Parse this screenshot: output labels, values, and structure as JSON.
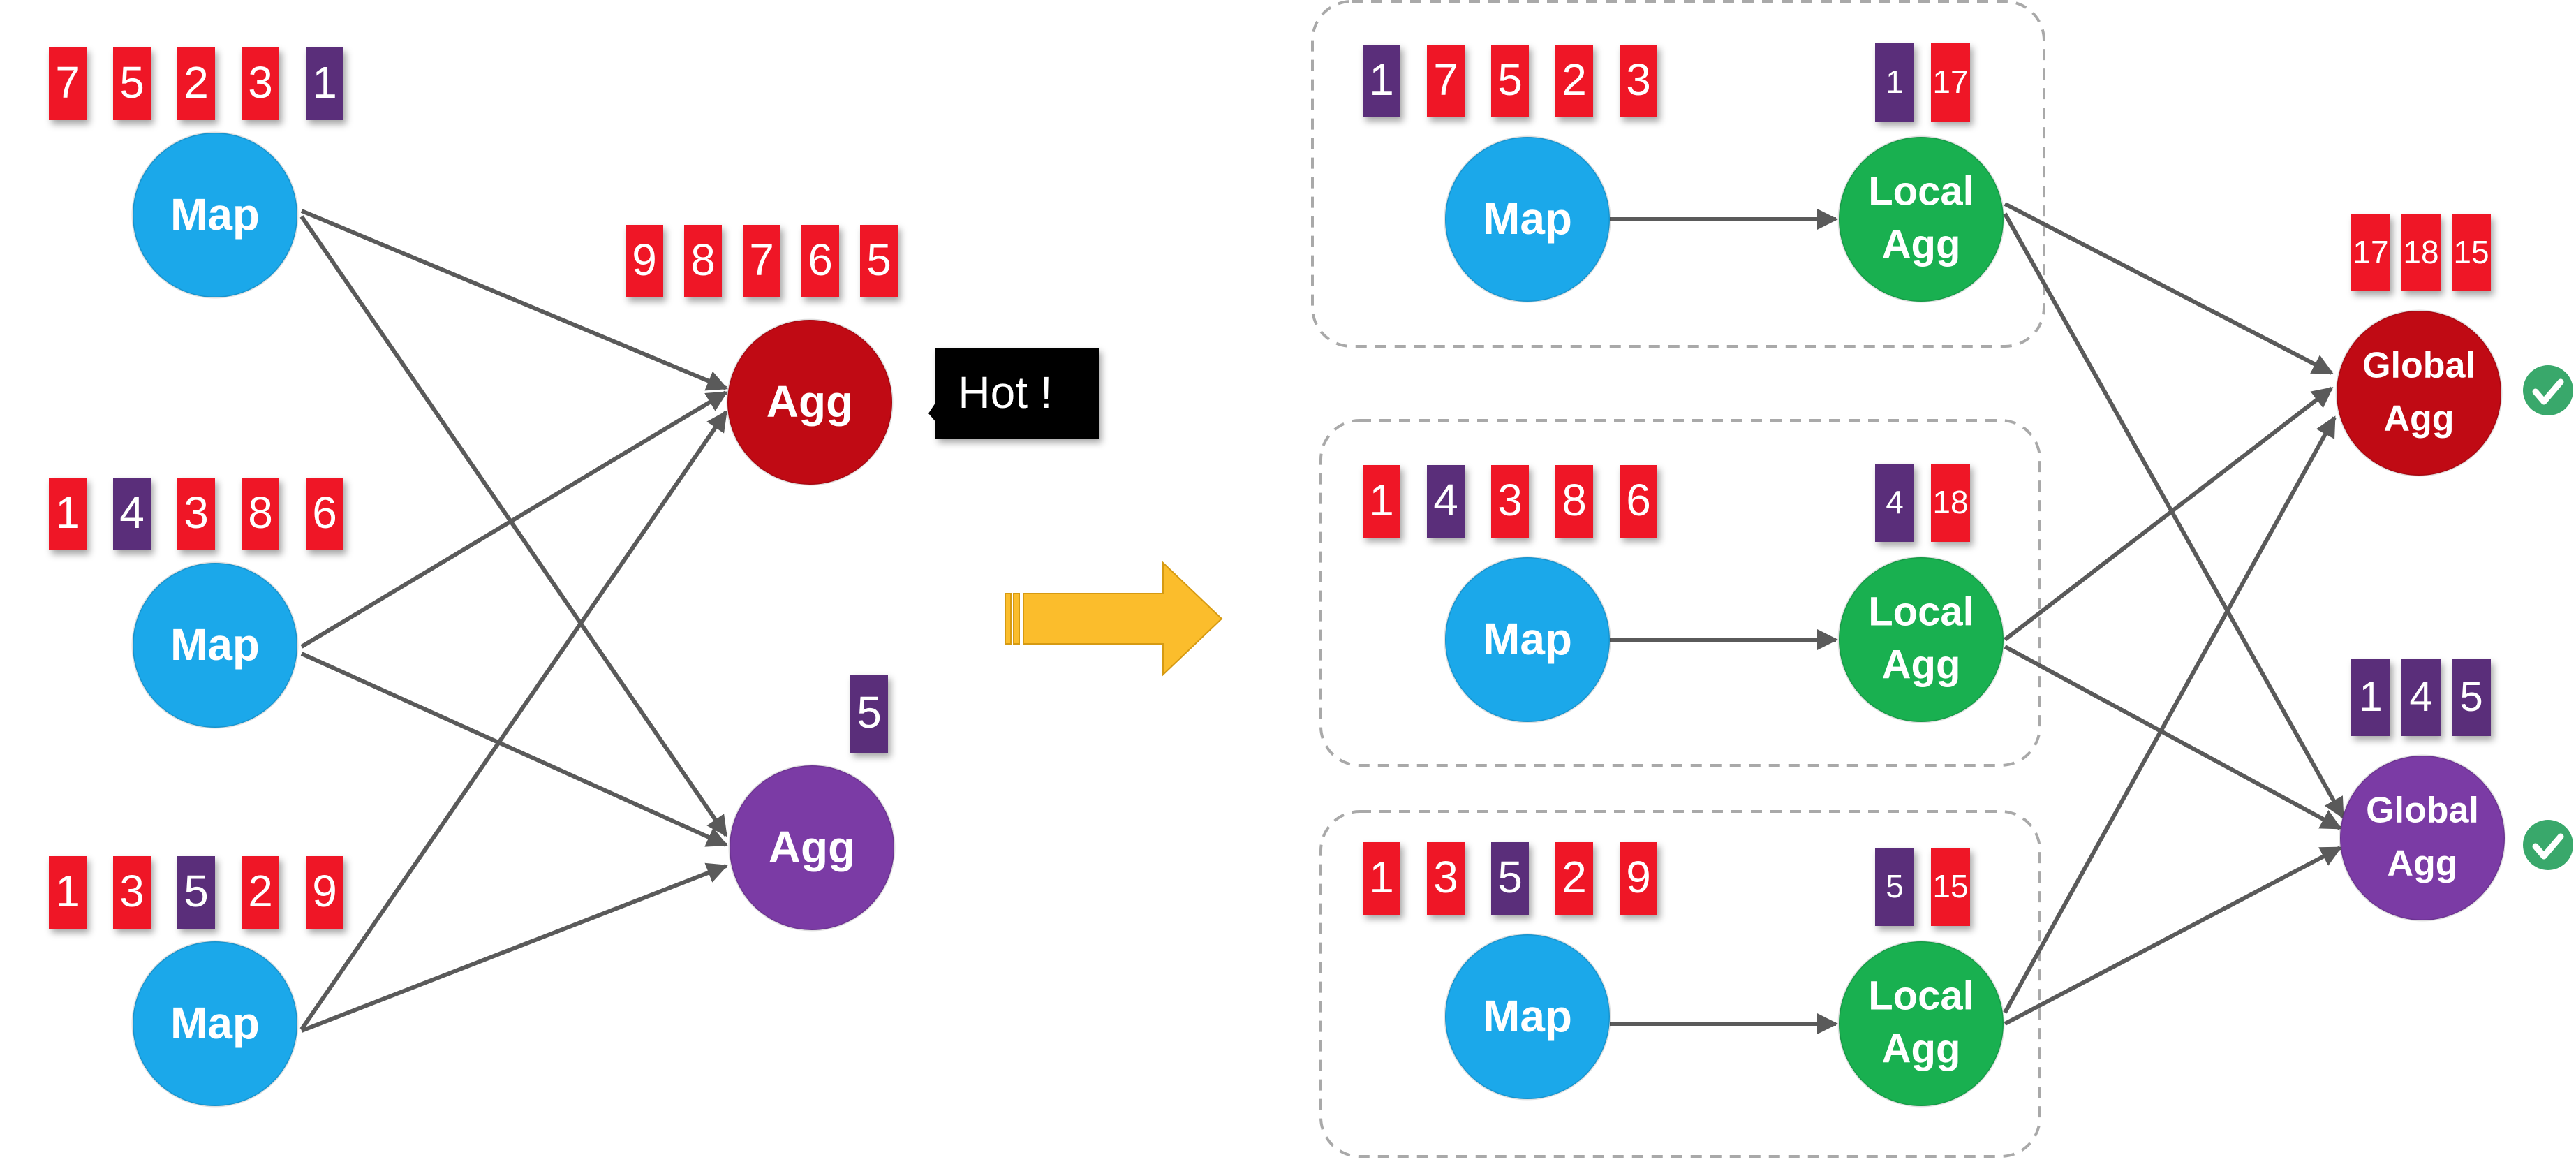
{
  "colors": {
    "red": "#ef1226",
    "purple": "#5a2f7a",
    "map_blue": "#1ba8ea",
    "agg_red": "#c00a14",
    "agg_purple": "#7b3ba5",
    "local_green": "#19b050",
    "arrow_orange": "#fbbd2c",
    "check_green": "#39a86b",
    "edge_gray": "#5a5a5a"
  },
  "left": {
    "maps": [
      {
        "label": "Map",
        "tiles": [
          {
            "v": "7",
            "c": "red"
          },
          {
            "v": "5",
            "c": "red"
          },
          {
            "v": "2",
            "c": "red"
          },
          {
            "v": "3",
            "c": "red"
          },
          {
            "v": "1",
            "c": "purple"
          }
        ]
      },
      {
        "label": "Map",
        "tiles": [
          {
            "v": "1",
            "c": "red"
          },
          {
            "v": "4",
            "c": "purple"
          },
          {
            "v": "3",
            "c": "red"
          },
          {
            "v": "8",
            "c": "red"
          },
          {
            "v": "6",
            "c": "red"
          }
        ]
      },
      {
        "label": "Map",
        "tiles": [
          {
            "v": "1",
            "c": "red"
          },
          {
            "v": "3",
            "c": "red"
          },
          {
            "v": "5",
            "c": "purple"
          },
          {
            "v": "2",
            "c": "red"
          },
          {
            "v": "9",
            "c": "red"
          }
        ]
      }
    ],
    "aggs": [
      {
        "label": "Agg",
        "color": "agg_red",
        "tiles": [
          {
            "v": "9",
            "c": "red"
          },
          {
            "v": "8",
            "c": "red"
          },
          {
            "v": "7",
            "c": "red"
          },
          {
            "v": "6",
            "c": "red"
          },
          {
            "v": "5",
            "c": "red"
          }
        ]
      },
      {
        "label": "Agg",
        "color": "agg_purple",
        "tiles": [
          {
            "v": "5",
            "c": "purple"
          }
        ]
      }
    ],
    "hot_label": "Hot !"
  },
  "right": {
    "groups": [
      {
        "map": {
          "label": "Map",
          "tiles": [
            {
              "v": "1",
              "c": "purple"
            },
            {
              "v": "7",
              "c": "red"
            },
            {
              "v": "5",
              "c": "red"
            },
            {
              "v": "2",
              "c": "red"
            },
            {
              "v": "3",
              "c": "red"
            }
          ]
        },
        "local": {
          "line1": "Local",
          "line2": "Agg",
          "tiles": [
            {
              "v": "1",
              "c": "purple"
            },
            {
              "v": "17",
              "c": "red"
            }
          ]
        }
      },
      {
        "map": {
          "label": "Map",
          "tiles": [
            {
              "v": "1",
              "c": "red"
            },
            {
              "v": "4",
              "c": "purple"
            },
            {
              "v": "3",
              "c": "red"
            },
            {
              "v": "8",
              "c": "red"
            },
            {
              "v": "6",
              "c": "red"
            }
          ]
        },
        "local": {
          "line1": "Local",
          "line2": "Agg",
          "tiles": [
            {
              "v": "4",
              "c": "purple"
            },
            {
              "v": "18",
              "c": "red"
            }
          ]
        }
      },
      {
        "map": {
          "label": "Map",
          "tiles": [
            {
              "v": "1",
              "c": "red"
            },
            {
              "v": "3",
              "c": "red"
            },
            {
              "v": "5",
              "c": "purple"
            },
            {
              "v": "2",
              "c": "red"
            },
            {
              "v": "9",
              "c": "red"
            }
          ]
        },
        "local": {
          "line1": "Local",
          "line2": "Agg",
          "tiles": [
            {
              "v": "5",
              "c": "purple"
            },
            {
              "v": "15",
              "c": "red"
            }
          ]
        }
      }
    ],
    "globals": [
      {
        "line1": "Global",
        "line2": "Agg",
        "color": "agg_red",
        "tiles": [
          {
            "v": "17",
            "c": "red"
          },
          {
            "v": "18",
            "c": "red"
          },
          {
            "v": "15",
            "c": "red"
          }
        ],
        "icon": "check-circle-icon"
      },
      {
        "line1": "Global",
        "line2": "Agg",
        "color": "agg_purple",
        "tiles": [
          {
            "v": "1",
            "c": "purple"
          },
          {
            "v": "4",
            "c": "purple"
          },
          {
            "v": "5",
            "c": "purple"
          }
        ],
        "icon": "check-circle-icon"
      }
    ]
  },
  "transition_icon": "right-arrow-icon"
}
